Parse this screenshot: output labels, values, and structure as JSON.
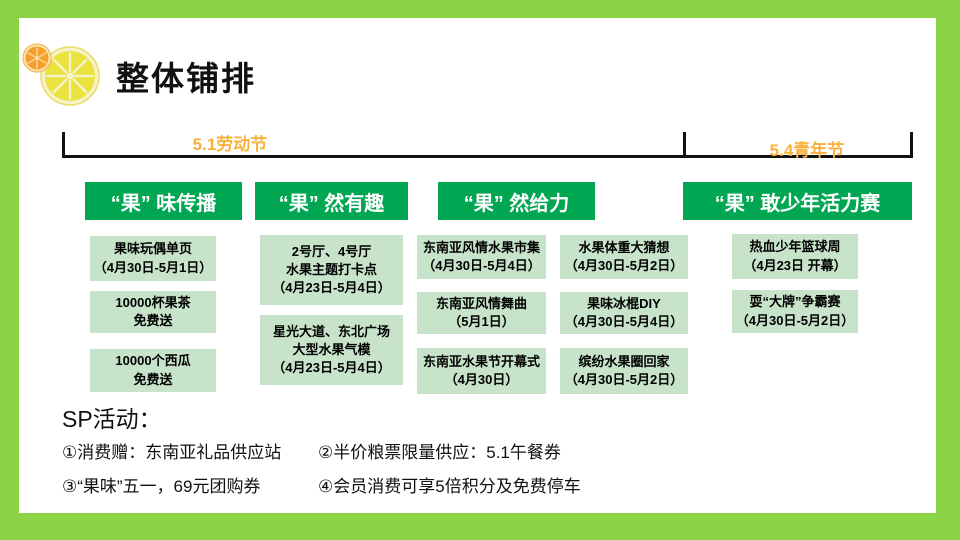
{
  "colors": {
    "border_green": "#8CD345",
    "header_green": "#00A651",
    "box_green": "#C7E3C9",
    "label_orange": "#F9B13C",
    "timeline_black": "#111111"
  },
  "title": "整体铺排",
  "icon": {
    "name": "lemon-orange-slices"
  },
  "timeline": {
    "label_left": "5.1劳动节",
    "label_right": "5.4青年节"
  },
  "headers": [
    {
      "label": "“果” 味传播"
    },
    {
      "label": "“果” 然有趣"
    },
    {
      "label": "“果” 然给力"
    },
    {
      "label": "“果” 敢少年活力赛"
    }
  ],
  "lanes": [
    {
      "boxes": [
        "果味玩偶单页\n（4月30日-5月1日）",
        "10000杯果茶\n免费送",
        "10000个西瓜\n免费送"
      ]
    },
    {
      "boxes": [
        "2号厅、4号厅\n水果主题打卡点\n（4月23日-5月4日）",
        "星光大道、东北广场\n大型水果气模\n（4月23日-5月4日）"
      ]
    },
    {
      "boxes": [
        "东南亚风情水果市集\n（4月30日-5月4日）",
        "东南亚风情舞曲\n（5月1日）",
        "东南亚水果节开幕式\n（4月30日）"
      ]
    },
    {
      "boxes": [
        "水果体重大猜想\n（4月30日-5月2日）",
        "果味冰棍DIY\n（4月30日-5月4日）",
        "缤纷水果圈回家\n（4月30日-5月2日）"
      ]
    },
    {
      "boxes": [
        "热血少年篮球周\n（4月23日 开幕）",
        "耍“大牌”争霸赛\n（4月30日-5月2日）"
      ]
    }
  ],
  "sp": {
    "heading": "SP活动：",
    "items": [
      "①消费赠：东南亚礼品供应站",
      "②半价粮票限量供应：5.1午餐券",
      "③“果味”五一，69元团购券",
      "④会员消费可享5倍积分及免费停车"
    ]
  }
}
